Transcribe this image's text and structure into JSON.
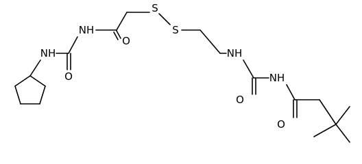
{
  "molecule": {
    "atom_labels": {
      "nh_1": "NH",
      "nh_2": "NH",
      "nh_3": "NH",
      "nh_4": "NH",
      "o_1": "O",
      "o_2": "O",
      "o_3": "O",
      "o_4": "O",
      "s_1": "S",
      "s_2": "S"
    },
    "bond_color": "#000000",
    "label_color": "#000000"
  }
}
